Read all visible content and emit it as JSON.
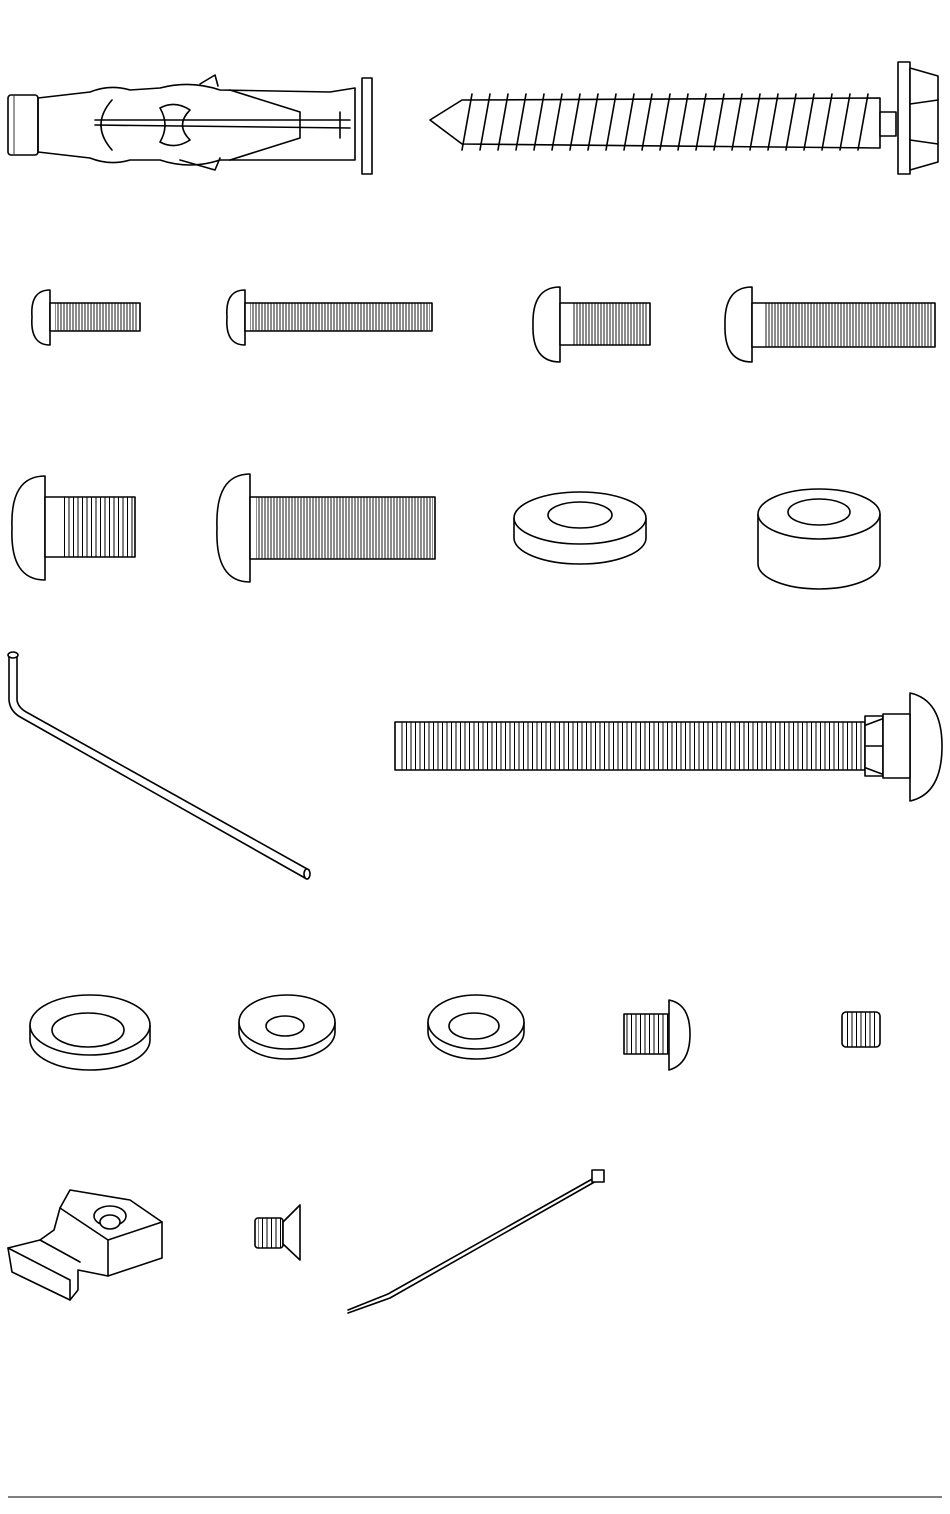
{
  "sheet": {
    "title": "",
    "parts": [
      {
        "id": "hollow-wall-anchor",
        "kind": "anchor"
      },
      {
        "id": "concrete-screw",
        "kind": "lag-screw"
      },
      {
        "id": "button-bolt-small-short",
        "kind": "button-bolt"
      },
      {
        "id": "button-bolt-small-long",
        "kind": "button-bolt"
      },
      {
        "id": "button-bolt-medium-short",
        "kind": "button-bolt"
      },
      {
        "id": "button-bolt-medium-long",
        "kind": "button-bolt"
      },
      {
        "id": "button-bolt-large-short",
        "kind": "button-bolt"
      },
      {
        "id": "button-bolt-large-long",
        "kind": "button-bolt"
      },
      {
        "id": "flat-washer-large",
        "kind": "washer"
      },
      {
        "id": "spacer",
        "kind": "spacer"
      },
      {
        "id": "hex-key",
        "kind": "allen-key"
      },
      {
        "id": "long-bolt",
        "kind": "bolt"
      },
      {
        "id": "washer-1",
        "kind": "washer"
      },
      {
        "id": "washer-2",
        "kind": "washer"
      },
      {
        "id": "washer-3",
        "kind": "washer"
      },
      {
        "id": "pan-head-screw",
        "kind": "screw"
      },
      {
        "id": "set-screw",
        "kind": "set-screw"
      },
      {
        "id": "cable-clip",
        "kind": "clip"
      },
      {
        "id": "flat-head-screw",
        "kind": "screw"
      },
      {
        "id": "cable-tie",
        "kind": "tie"
      }
    ]
  }
}
